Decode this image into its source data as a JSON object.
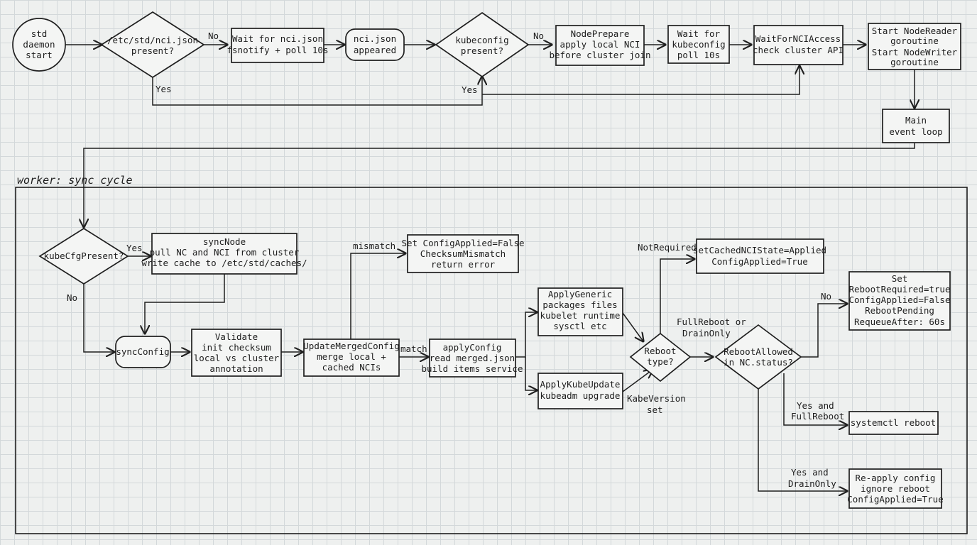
{
  "section": {
    "title": "worker: sync cycle"
  },
  "nodes": {
    "start": [
      "std",
      "daemon",
      "start"
    ],
    "nci_json_present": [
      "/etc/std/nci.json",
      "present?"
    ],
    "wait_nci_json": [
      "Wait for nci.json",
      "fsnotify + poll 10s"
    ],
    "nci_json_appeared": [
      "nci.json",
      "appeared"
    ],
    "kubeconfig_present": [
      "kubeconfig",
      "present?"
    ],
    "node_prepare": [
      "NodePrepare",
      "apply local NCI",
      "before cluster join"
    ],
    "wait_kubeconfig": [
      "Wait for",
      "kubeconfig",
      "poll 10s"
    ],
    "wait_nci_access": [
      "WaitForNCIAccess",
      "check cluster API"
    ],
    "start_goroutines": [
      "Start NodeReader",
      "goroutine",
      "Start NodeWriter",
      "goroutine"
    ],
    "main_loop": [
      "Main",
      "event loop"
    ],
    "kubecfg_present": [
      "kubeCfgPresent?"
    ],
    "sync_node": [
      "syncNode",
      "pull NC and NCI from cluster",
      "write cache to /etc/std/caches/"
    ],
    "sync_config": [
      "syncConfig"
    ],
    "validate": [
      "Validate",
      "init checksum",
      "local vs cluster",
      "annotation"
    ],
    "update_merged": [
      "UpdateMergedConfig",
      "merge local +",
      "cached NCIs"
    ],
    "set_mismatch": [
      "Set ConfigApplied=False",
      "ChecksumMismatch",
      "return error"
    ],
    "apply_config": [
      "applyConfig",
      "read merged.json",
      "build items service"
    ],
    "apply_generic": [
      "ApplyGeneric",
      "packages files",
      "kubelet runtime",
      "sysctl etc"
    ],
    "apply_kube_update": [
      "ApplyKubeUpdate",
      "kubeadm upgrade"
    ],
    "reboot_type": [
      "Reboot",
      "type?"
    ],
    "set_cached_state": [
      "setCachedNCIState=Applied",
      "ConfigApplied=True"
    ],
    "reboot_allowed": [
      "RebootAllowed",
      "in NC.status?"
    ],
    "set_reboot_required": [
      "Set",
      "RebootRequired=true",
      "ConfigApplied=False",
      "RebootPending",
      "RequeueAfter: 60s"
    ],
    "systemctl_reboot": [
      "systemctl reboot"
    ],
    "reapply_config": [
      "Re-apply config",
      "ignore reboot",
      "ConfigApplied=True"
    ]
  },
  "edges": {
    "no_1": "No",
    "yes_1": "Yes",
    "no_2": "No",
    "yes_2": "Yes",
    "yes_3": "Yes",
    "no_3": "No",
    "mismatch": "mismatch",
    "match": "match",
    "not_required": [
      "NotRequired"
    ],
    "full_or_drain": [
      "FullReboot or",
      "DrainOnly"
    ],
    "kube_version_set": [
      "KabeVersion",
      "set"
    ],
    "no_4": "No",
    "yes_full_reboot": [
      "Yes and",
      "FullReboot"
    ],
    "yes_drain_only": [
      "Yes and",
      "DrainOnly"
    ]
  }
}
